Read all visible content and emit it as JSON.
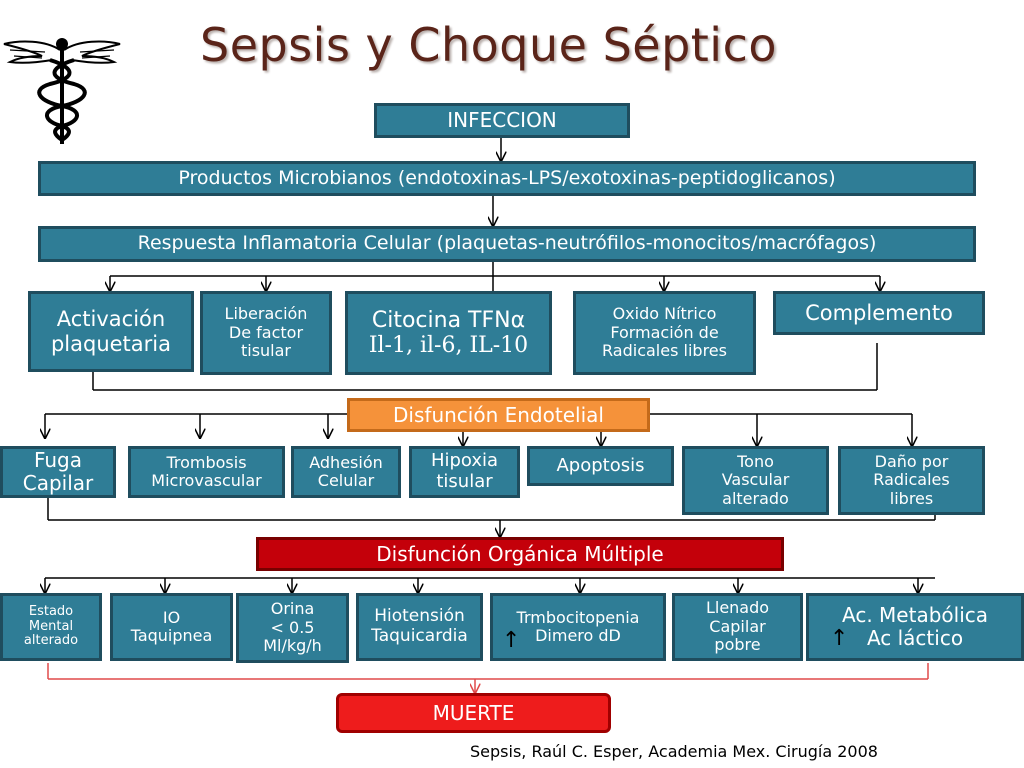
{
  "title": "Sepsis y Choque Séptico",
  "logo_icon": "caduceus-icon",
  "nodes": {
    "infeccion": "INFECCION",
    "productos": "Productos Microbianos (endotoxinas-LPS/exotoxinas-peptidoglicanos)",
    "respuesta": "Respuesta Inflamatoria Celular (plaquetas-neutrófilos-monocitos/macrófagos)",
    "activacion": "Activación\nplaquetaria",
    "liberacion": "Liberación\nDe factor\ntisular",
    "citocina_1": "Citocina TFNα",
    "citocina_2": "Il-1, il-6, IL-10",
    "oxido": "Oxido Nítrico\nFormación de\nRadicales libres",
    "complemento": "Complemento",
    "disfuncion_endotelial": "Disfunción Endotelial",
    "fuga": "Fuga\nCapilar",
    "trombosis": "Trombosis\nMicrovascular",
    "adhesion": "Adhesión\nCelular",
    "hipoxia": "Hipoxia\ntisular",
    "apoptosis": "Apoptosis",
    "tono": "Tono\nVascular\nalterado",
    "dano": "Daño por\nRadicales\nlibres",
    "disfuncion_organica": "Disfunción Orgánica Múltiple",
    "estado": "Estado\nMental\nalterado",
    "io": "IO\nTaquipnea",
    "orina": "Orina\n< 0.5\nMl/kg/h",
    "hiotension": "Hiotensión\nTaquicardia",
    "trmbocitopenia": "Trmbocitopenia\nDimero dD",
    "llenado": "Llenado\nCapilar\npobre",
    "ac": "Ac. Metabólica\nAc láctico",
    "muerte": "MUERTE"
  },
  "footer": "Sepsis,  Raúl C. Esper, Academia Mex. Cirugía  2008",
  "colors": {
    "box": "#2f7d96",
    "box_border": "#1f4d5e",
    "endothelial": "#f5923a",
    "organ": "#c4000a",
    "death": "#ee1c1c",
    "title": "#5a2419",
    "death_connector": "#e04a4a"
  }
}
